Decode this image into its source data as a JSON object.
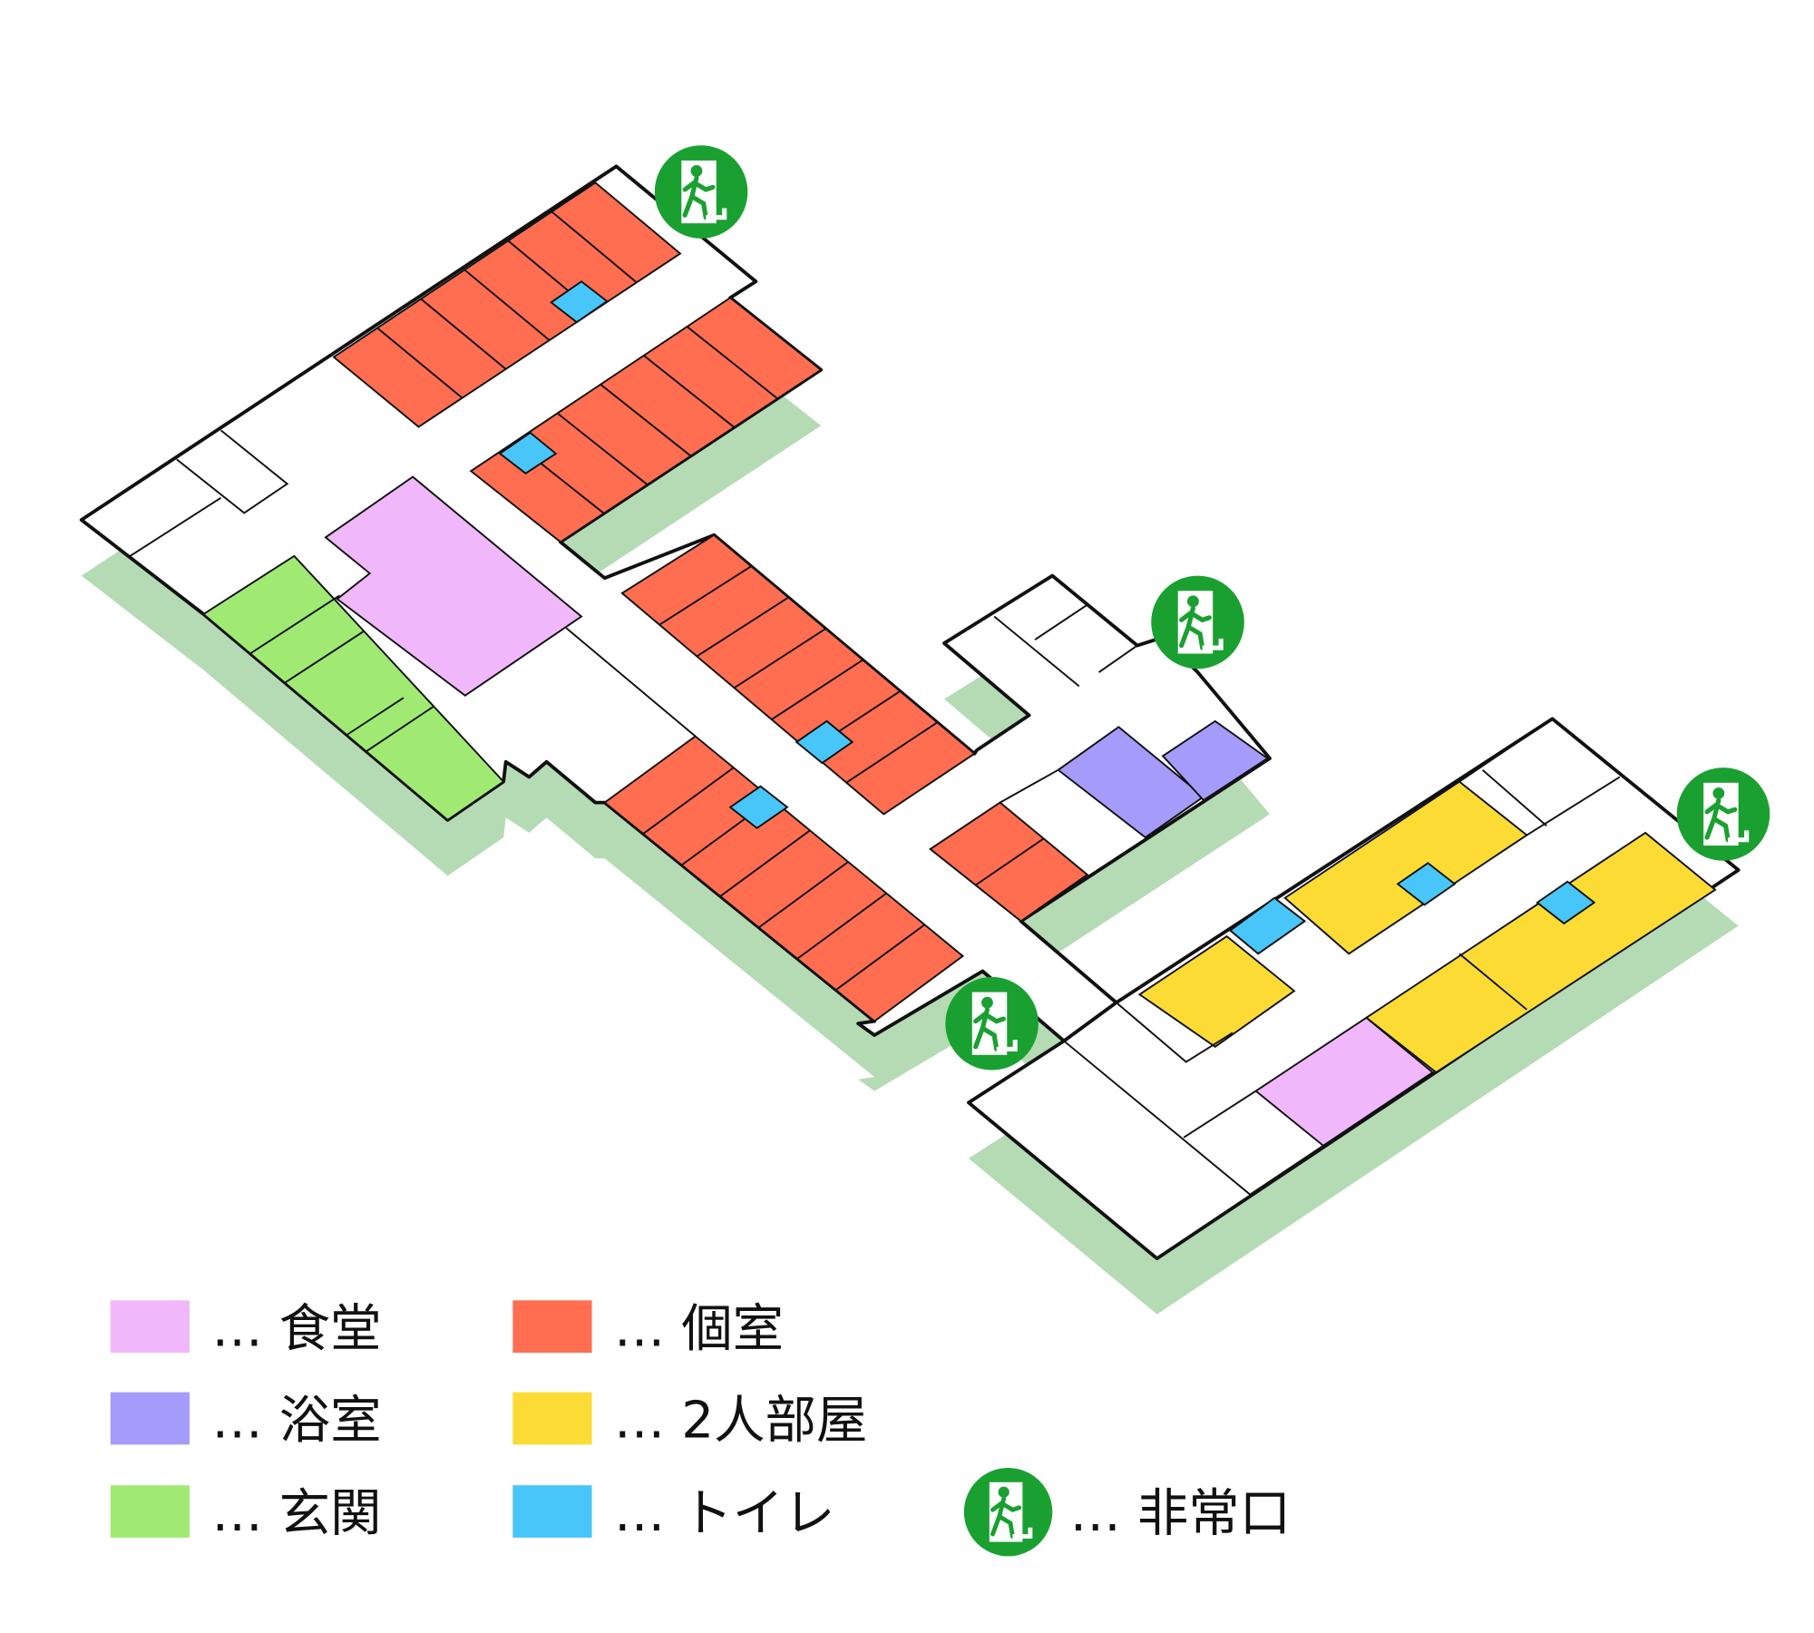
{
  "colors": {
    "dining": "#f0b8fa",
    "bath": "#a49bfb",
    "entrance": "#a0ea74",
    "private": "#ff6e50",
    "double": "#fcdc34",
    "toilet": "#48c6fa",
    "exit": "#1aa031",
    "shadow": "#b5dbb5"
  },
  "legend": [
    {
      "key": "dining",
      "label": "… 食堂"
    },
    {
      "key": "bath",
      "label": "… 浴室"
    },
    {
      "key": "entrance",
      "label": "… 玄関"
    },
    {
      "key": "private",
      "label": "… 個室"
    },
    {
      "key": "double",
      "label": "… 2人部屋"
    },
    {
      "key": "toilet",
      "label": "… トイレ"
    },
    {
      "key": "exit",
      "label": "… 非常口",
      "icon": "emergency-exit-icon"
    }
  ]
}
